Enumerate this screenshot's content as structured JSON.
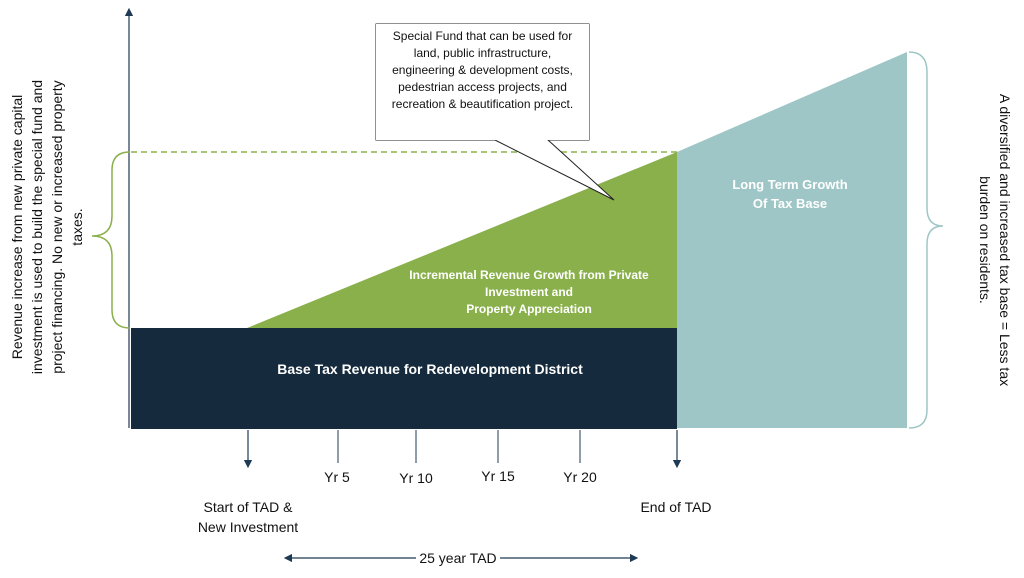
{
  "callout": {
    "text": "Special Fund that can be used for land, public infrastructure, engineering & development costs, pedestrian access projects, and recreation & beautification project."
  },
  "regions": {
    "base": "Base Tax Revenue for Redevelopment District",
    "increment": [
      "Incremental Revenue Growth from Private",
      "Investment and",
      "Property Appreciation"
    ],
    "long_term": [
      "Long Term Growth",
      "Of Tax Base"
    ]
  },
  "side_left": "Revenue increase from new private capital investment is used to build the special fund and project financing. No new or increased property taxes.",
  "side_right": "A diversified and increased tax base = Less tax burden on residents.",
  "ticks": [
    "Yr 5",
    "Yr 10",
    "Yr 15",
    "Yr 20"
  ],
  "start_label": [
    "Start of TAD &",
    "New Investment"
  ],
  "end_label": "End of TAD",
  "duration_label": "25 year TAD",
  "colors": {
    "navy": "#152a3c",
    "green": "#8ab04b",
    "teal": "#9fc6c6",
    "dashed": "#8ab04b",
    "axis": "#1f3a54"
  }
}
